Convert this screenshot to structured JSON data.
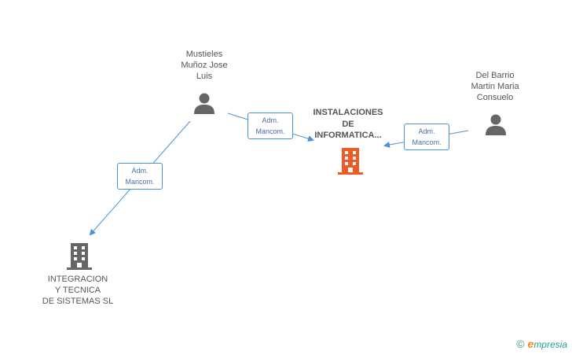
{
  "nodes": {
    "person_mustieles": {
      "label": [
        "Mustieles",
        "Muñoz Jose",
        "Luis"
      ],
      "icon": "person-icon"
    },
    "person_delbarrio": {
      "label": [
        "Del Barrio",
        "Martin Maria",
        "Consuelo"
      ],
      "icon": "person-icon"
    },
    "company_instalaciones": {
      "label": [
        "INSTALACIONES",
        "DE",
        "INFORMATICA..."
      ],
      "icon": "building-icon",
      "color": "#f05a28"
    },
    "company_integracion": {
      "label": [
        "INTEGRACION",
        "Y TECNICA",
        "DE SISTEMAS SL"
      ],
      "icon": "building-icon",
      "color": "#666666"
    }
  },
  "edges": [
    {
      "from": "person_mustieles",
      "to": "company_instalaciones",
      "label": [
        "Adm.",
        "Mancom."
      ]
    },
    {
      "from": "person_delbarrio",
      "to": "company_instalaciones",
      "label": [
        "Adm.",
        "Mancom."
      ]
    },
    {
      "from": "person_mustieles",
      "to": "company_integracion",
      "label": [
        "Adm.",
        "Mancom."
      ]
    }
  ],
  "footer": {
    "copyright": "©",
    "brand_first": "e",
    "brand_rest": "mpresia"
  },
  "colors": {
    "edge": "#4a90d9",
    "person": "#666666",
    "highlight": "#f05a28"
  }
}
